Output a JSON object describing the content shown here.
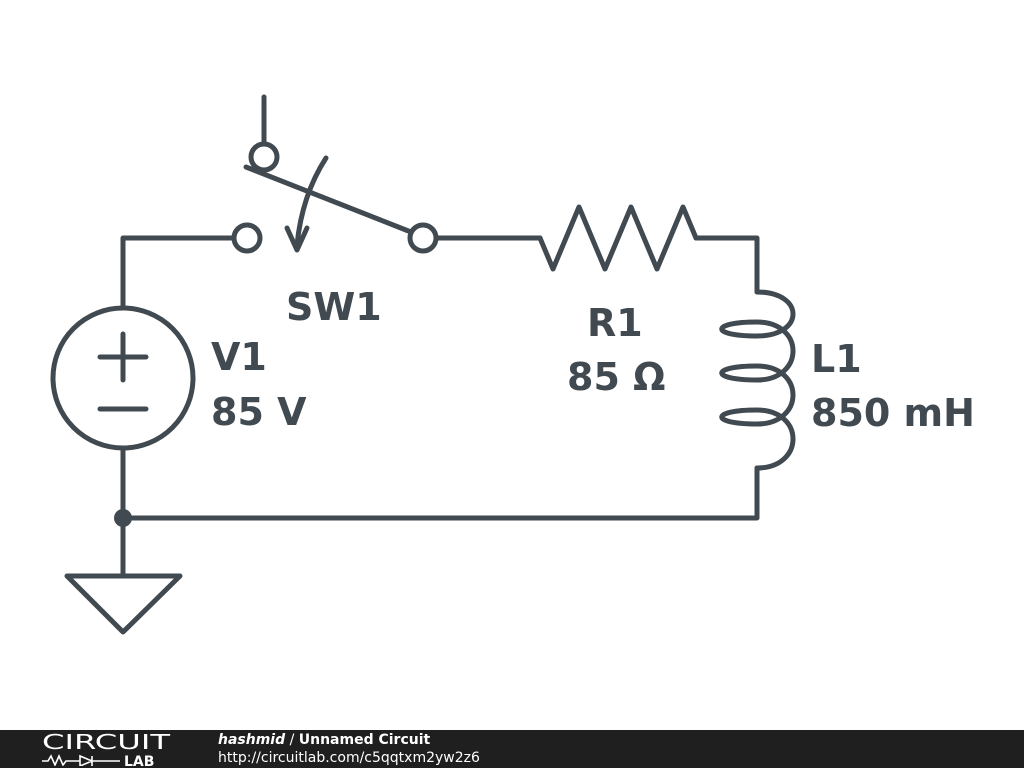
{
  "components": {
    "switch": {
      "designator": "SW1"
    },
    "resistor": {
      "designator": "R1",
      "value": "85 Ω"
    },
    "voltage_source": {
      "designator": "V1",
      "value": "85 V"
    },
    "inductor": {
      "designator": "L1",
      "value": "850 mH"
    }
  },
  "footer": {
    "logo_top": "CIRCUIT",
    "logo_bottom": "LAB",
    "author": "hashmid",
    "separator": " / ",
    "title": "Unnamed Circuit",
    "url": "http://circuitlab.com/c5qqtxm2yw2z6"
  },
  "colors": {
    "wire": "#404a50",
    "footer_bg": "#1f1f1f",
    "footer_text": "#ffffff"
  }
}
